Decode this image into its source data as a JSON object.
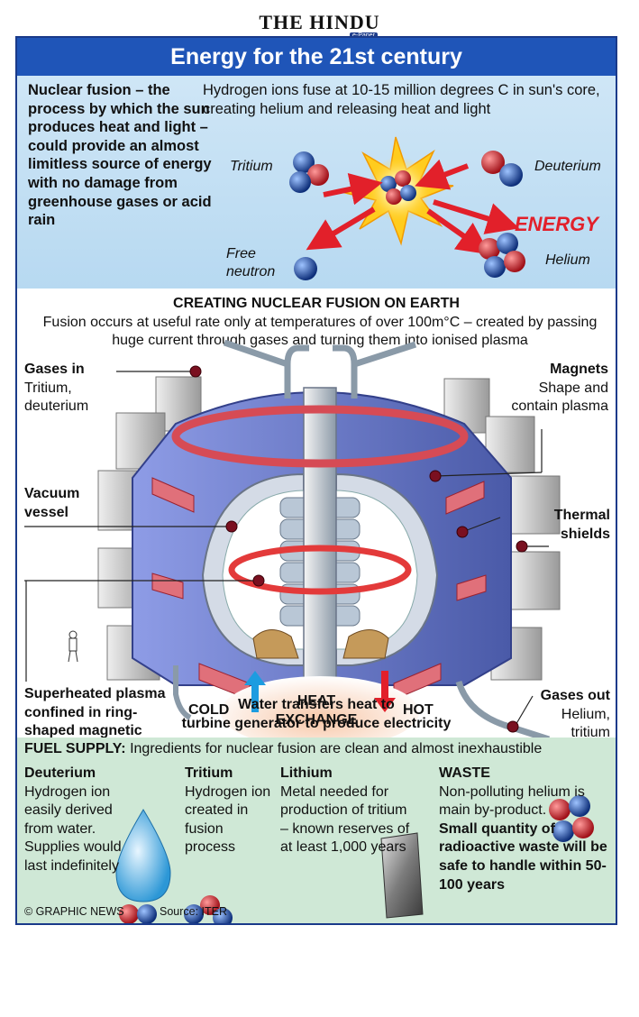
{
  "masthead": {
    "title": "THE HINDU",
    "sub": "e-Paper"
  },
  "title": "Energy for the 21st century",
  "intro": "Nuclear fusion – the process by which the sun produces heat and light – could provide an almost limitless source of energy with no damage from greenhouse gases or acid rain",
  "sun_caption": "Hydrogen ions fuse at 10-15 million degrees C in sun's core, creating helium and releasing heat and light",
  "sun_labels": {
    "tritium": "Tritium",
    "deuterium": "Deuterium",
    "energy": "ENERGY",
    "free_neutron": "Free neutron",
    "helium": "Helium"
  },
  "tokamak": {
    "title": "CREATING NUCLEAR FUSION ON EARTH",
    "caption": "Fusion occurs at useful rate only at temperatures of over 100m°C – created by passing huge current through gases and turning them into ionised plasma",
    "gases_in_title": "Gases in",
    "gases_in_text": "Tritium, deuterium",
    "magnets_title": "Magnets",
    "magnets_text": "Shape and contain plasma",
    "vacuum_title": "Vacuum vessel",
    "thermal_title": "Thermal shields",
    "plasma_title": "Superheated plasma confined in ring-shaped magnetic field",
    "gases_out_title": "Gases out",
    "gases_out_text": "Helium, tritium",
    "cold": "COLD",
    "hot": "HOT",
    "heat_exchange": "HEAT EXCHANGE",
    "water_caption_1": "Water transfers heat to",
    "water_caption_2": "turbine generator to produce electricity"
  },
  "fuel": {
    "head_bold": "FUEL SUPPLY:",
    "head_text": "Ingredients for nuclear fusion are clean and almost inexhaustible",
    "deuterium_title": "Deuterium",
    "deuterium_text": "Hydrogen ion easily derived from water. Supplies would last indefinitely",
    "tritium_title": "Tritium",
    "tritium_text": "Hydrogen ion created in fusion process",
    "lithium_title": "Lithium",
    "lithium_text": "Metal needed for production of tritium – known reserves of at least 1,000 years",
    "waste_title": "WASTE",
    "waste_text": "Non-polluting helium is main by-product.",
    "waste_bold": "Small quantity of radioactive waste will be safe to handle within 50-100 years",
    "credit": "© GRAPHIC NEWS",
    "source": "Source: ITER"
  },
  "colors": {
    "title_bar": "#1f55b8",
    "sky": "#c4dff3",
    "fuel_bg": "#cfe8d6",
    "proton": "#c8262f",
    "neutron": "#1d4fa8",
    "energy": "#e2202a"
  }
}
